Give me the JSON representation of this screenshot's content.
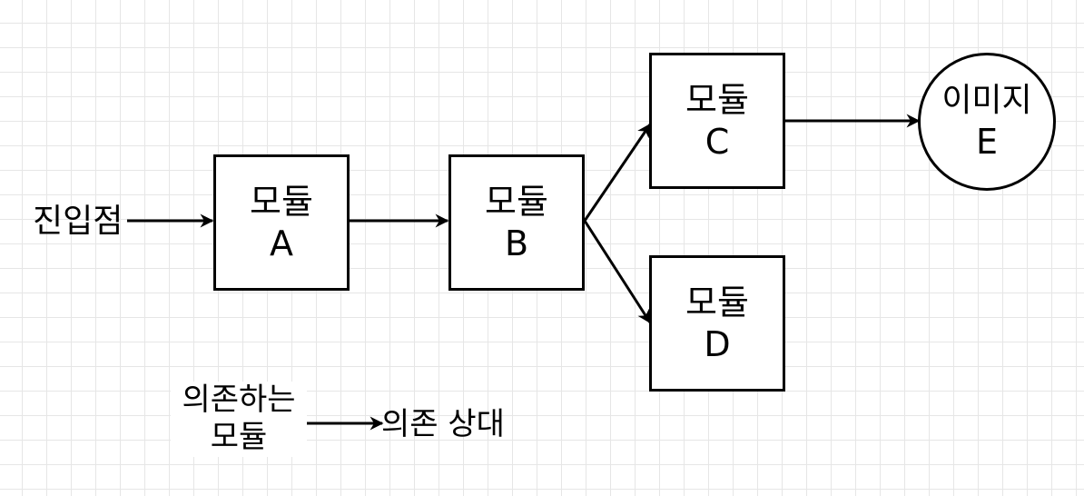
{
  "entry": {
    "label": "진입점"
  },
  "modules": {
    "a": {
      "line1": "모듈",
      "line2": "A"
    },
    "b": {
      "line1": "모듈",
      "line2": "B"
    },
    "c": {
      "line1": "모듈",
      "line2": "C"
    },
    "d": {
      "line1": "모듈",
      "line2": "D"
    }
  },
  "image_node": {
    "line1": "이미지",
    "line2": "E"
  },
  "legend": {
    "source_line1": "의존하는",
    "source_line2": "모듈",
    "target": "의존 상대"
  },
  "colors": {
    "background": "#ffffff",
    "grid": "#e6e6e6",
    "stroke": "#000000"
  }
}
